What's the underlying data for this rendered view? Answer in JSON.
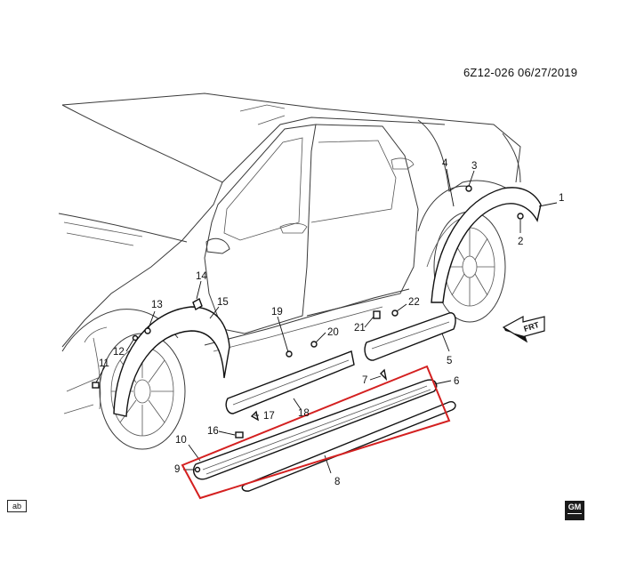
{
  "header": {
    "code": "6Z12-026  06/27/2019"
  },
  "badge": {
    "ab": "ab"
  },
  "logo": {
    "text": "GM"
  },
  "direction": {
    "label": "FRT"
  },
  "callouts": {
    "c1": "1",
    "c2": "2",
    "c3": "3",
    "c4": "4",
    "c5": "5",
    "c6": "6",
    "c7": "7",
    "c8": "8",
    "c9": "9",
    "c10": "10",
    "c11": "11",
    "c12": "12",
    "c13": "13",
    "c14": "14",
    "c15": "15",
    "c16": "16",
    "c17": "17",
    "c18": "18",
    "c19": "19",
    "c20": "20",
    "c21": "21",
    "c22": "22"
  },
  "highlight": {
    "color": "#d42020",
    "callout": "6"
  }
}
